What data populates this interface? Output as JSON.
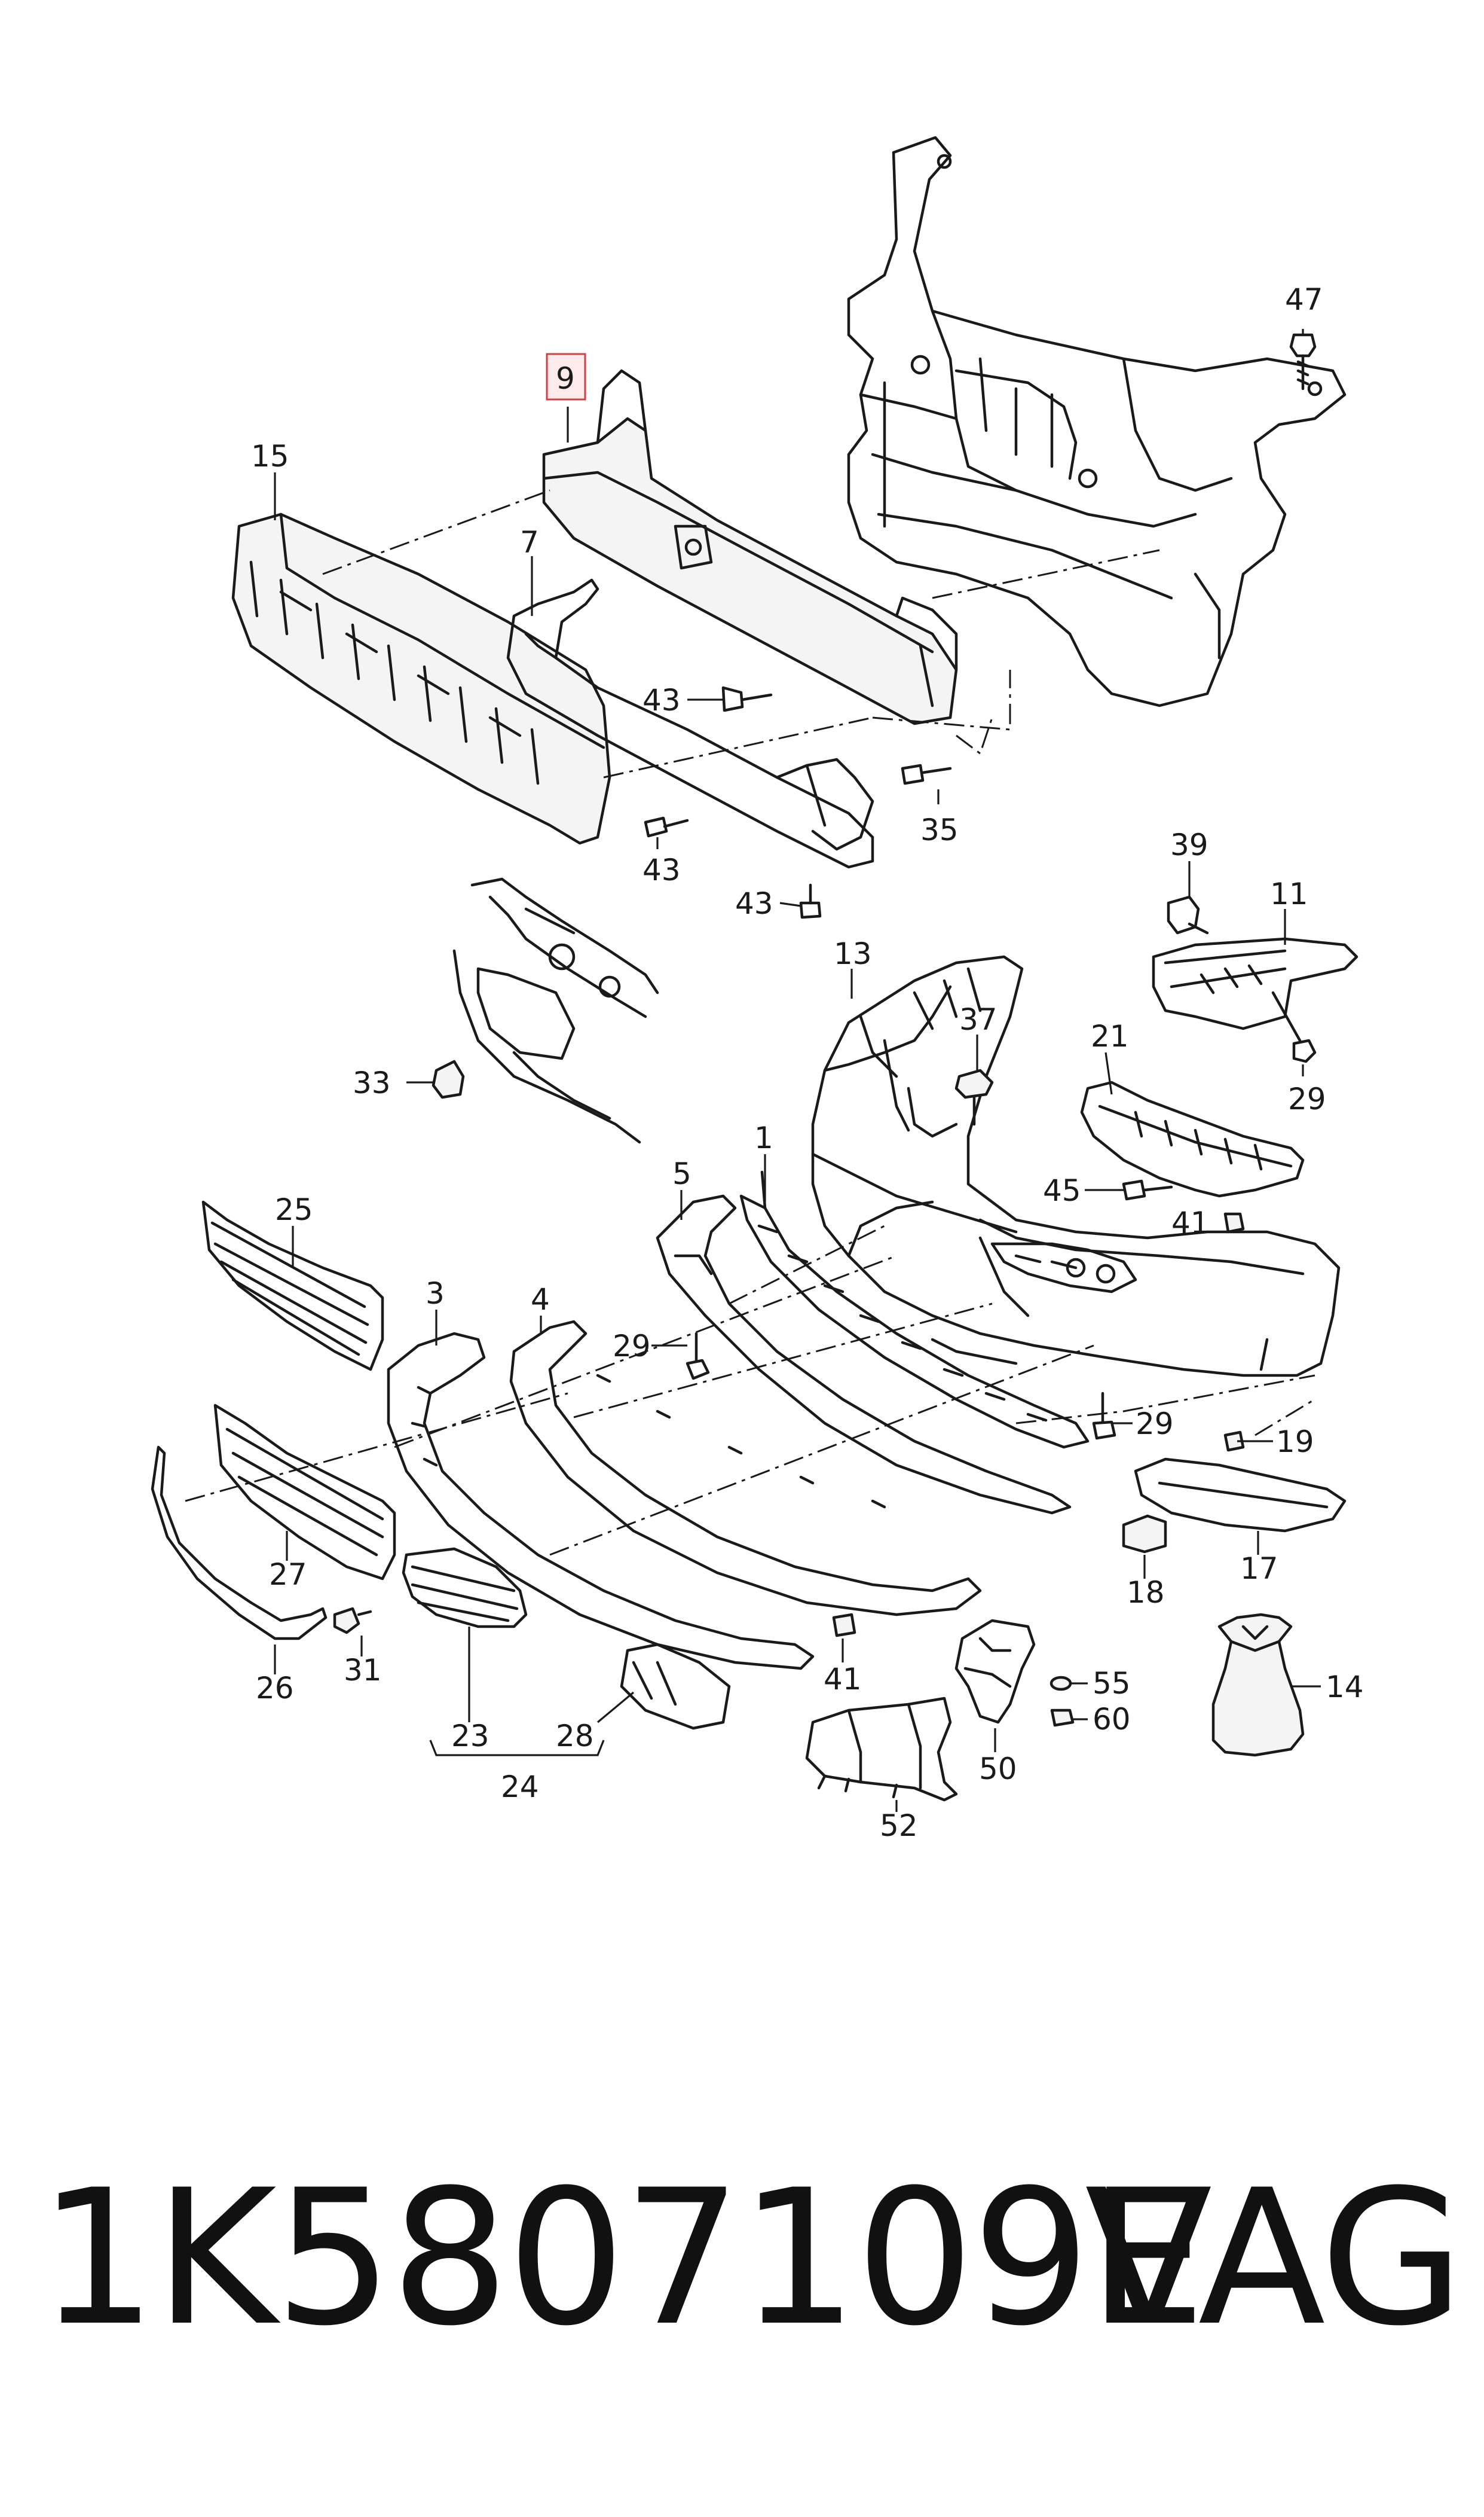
{
  "diagram": {
    "highlighted_callout": "9",
    "highlight_color": "#d04040",
    "callouts": [
      "47",
      "9",
      "15",
      "7",
      "43",
      "43",
      "35",
      "43",
      "39",
      "11",
      "13",
      "33",
      "37",
      "29",
      "21",
      "45",
      "41",
      "25",
      "1",
      "5",
      "3",
      "4",
      "29",
      "29",
      "19",
      "17",
      "18",
      "27",
      "26",
      "31",
      "23",
      "28",
      "24",
      "41",
      "55",
      "60",
      "50",
      "52",
      "14"
    ]
  },
  "footer": {
    "part_number": "1K5807109E",
    "brand": "VAG"
  }
}
